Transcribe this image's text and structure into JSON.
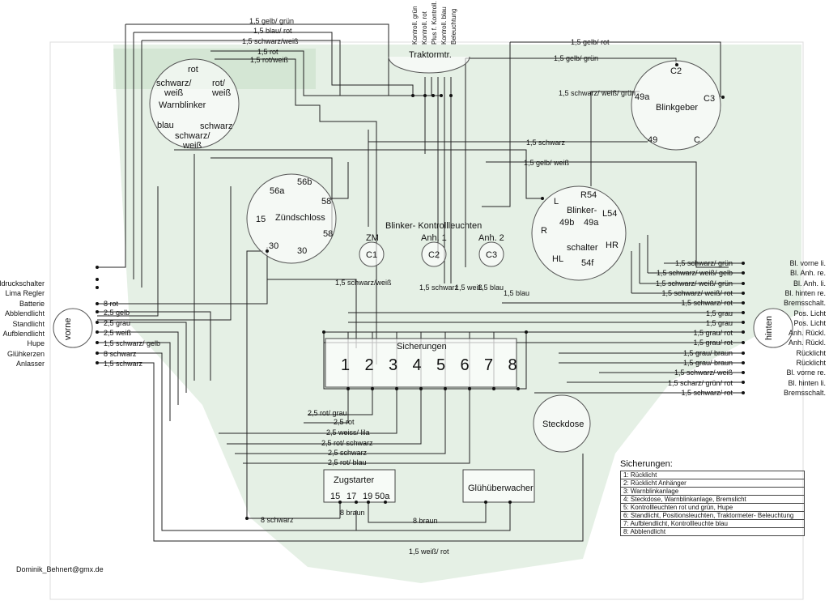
{
  "components": {
    "traktormeter": "Traktormtr.",
    "warnblinker": "Warnblinker",
    "zuendschloss": "Zündschloss",
    "blinkgeber": "Blinkgeber",
    "blinkerschalter_a": "Blinker-",
    "blinkerschalter_b": "schalter",
    "kontrollleuchten": "Blinker- Kontrollleuchten",
    "sicherungen": "Sicherungen",
    "steckdose": "Steckdose",
    "zugstarter": "Zugstarter",
    "glueh": "Glühüberwacher",
    "vorne": "vorne",
    "hinten": "hinten"
  },
  "trakto_inputs": [
    "Kontroll. grün",
    "Kontroll. rot",
    "Plus f. Kontroll.",
    "Kontroll. blau",
    "Beleuchtung"
  ],
  "warnblinker_pins": {
    "rot": "rot",
    "sw1": "schwarz/",
    "sw1b": "weiß",
    "rw": "rot/",
    "rwb": "weiß",
    "blau": "blau",
    "schwarz": "schwarz",
    "sw2": "schwarz/",
    "sw2b": "weiß"
  },
  "zuend_pins": {
    "p56a": "56a",
    "p56b": "56b",
    "p58a": "58",
    "p15": "15",
    "p58b": "58",
    "p30a": "30",
    "p30b": "30"
  },
  "blinkgeber_pins": {
    "c2": "C2",
    "p49a": "49a",
    "c3": "C3",
    "p49": "49",
    "c": "C"
  },
  "schalter_pins": {
    "r54": "R54",
    "l": "L",
    "l54": "L54",
    "p49b": "49b",
    "p49a": "49a",
    "r": "R",
    "hr": "HR",
    "hl": "HL",
    "p54f": "54f"
  },
  "lamps": [
    {
      "top": "ZM",
      "pin": "C1"
    },
    {
      "top": "Anh. 1",
      "pin": "C2"
    },
    {
      "top": "Anh. 2",
      "pin": "C3"
    }
  ],
  "fuses": [
    "1",
    "2",
    "3",
    "4",
    "5",
    "6",
    "7",
    "8"
  ],
  "zug_pins": [
    "15",
    "17",
    "19",
    "50a"
  ],
  "left_labels": [
    "Öldruckschalter",
    "Lima Regler",
    "Batterie",
    "Abblendlicht",
    "Standlicht",
    "Aufblendlicht",
    "Hupe",
    "Glühkerzen",
    "Anlasser"
  ],
  "left_wires": [
    "8 rot",
    "2,5 gelb",
    "2,5 grau",
    "2,5 weiß",
    "1,5 schwarz/ gelb",
    "8 schwarz",
    "1,5 schwarz"
  ],
  "right_labels": [
    "Bl. vorne li.",
    "Bl. Anh. re.",
    "Bl. Anh. li.",
    "Bl. hinten re.",
    "Bremsschalt.",
    "Pos. Licht",
    "Pos. Licht",
    "Anh. Rückl.",
    "Anh. Rückl.",
    "Rücklicht",
    "Rücklicht",
    "Bl. vorne re.",
    "Bl. hinten li.",
    "Bremsschalt."
  ],
  "right_wires": [
    "1,5 schwarz/ grün",
    "1,5 schwarz/ weiß/ gelb",
    "1,5 schwarz/ weiß/ grün",
    "1,5 schwarz/ weiß/ rot",
    "1,5 schwarz/ rot",
    "1,5 grau",
    "1,5 grau",
    "1,5 grau/ rot",
    "1,5 grau/ rot",
    "1,5 grau/ braun",
    "1,5 grau/ braun",
    "1,5 schwarz/ weiß",
    "1,5 scharz/ grün/ rot",
    "1,5 schwarz/ rot"
  ],
  "top_wires": {
    "w1": "1,5 gelb/ grün",
    "w2": "1,5 blau/ rot",
    "w3": "1,5 schwarz/weiß",
    "w4": "1,5 rot",
    "w5": "1,5 rot/weiß",
    "w6": "1,5 gelb/ rot",
    "w7": "1,5 gelb/ grün",
    "w8": "1,5 schwarz/ weiß/ grün",
    "w9": "1,5 schwarz",
    "w10": "1,5 gelb/ weiß",
    "w11": "1,5 schwarz/weiß",
    "w12": "1,5 schwarz",
    "w13": "1,5 weiß",
    "w14": "1,5 blau",
    "w15": "1,5 blau"
  },
  "bottom_wires": [
    "2,5 rot/ grau",
    "2,5 rot",
    "2,5 weiss/ lila",
    "2,5 rot/ schwarz",
    "2,5 schwarz",
    "2,5 rot/ blau",
    "8 braun",
    "8 schwarz",
    "8 braun",
    "1,5 weiß/ rot"
  ],
  "legend": {
    "title": "Sicherungen:",
    "rows": [
      "1: Rücklicht",
      "2: Rücklicht Anhänger",
      "3: Warnblinkanlage",
      "4: Steckdose, Warnblinkanlage, Bremslicht",
      "5: Kontrollleuchten rot und grün, Hupe",
      "6: Standlicht, Positionsleuchten, Traktormeter- Beleuchtung",
      "7: Aufblendlicht, Kontrollleuchte blau",
      "8: Abblendlicht"
    ]
  },
  "author": "Dominik_Behnert@gmx.de",
  "colors": {
    "tractor": "#bcd6bc",
    "line": "#222222",
    "circle": "#555555"
  }
}
